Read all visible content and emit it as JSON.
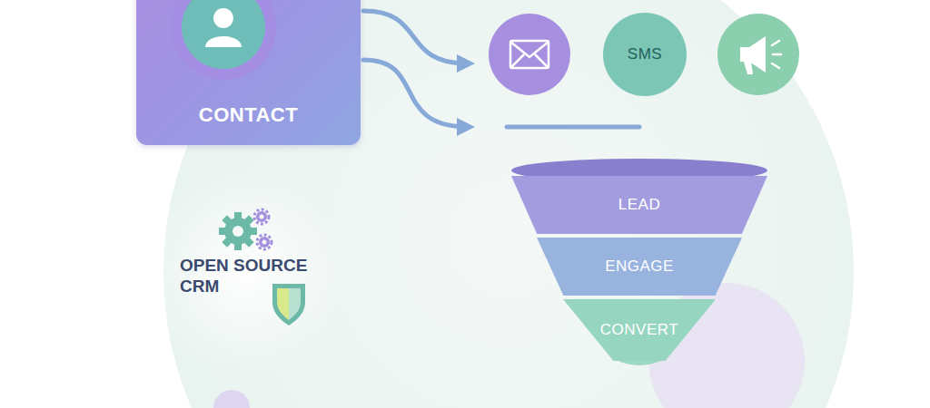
{
  "diagram": {
    "nodes": [
      {
        "text": [
          "CONTACT"
        ]
      },
      {
        "text": [
          "SMS"
        ]
      },
      {
        "text": [
          "LEAD"
        ]
      },
      {
        "text": [
          "ENGAGE"
        ]
      },
      {
        "text": [
          "CONVERT"
        ]
      }
    ],
    "labels": [
      "OPEN SOURCE CRM"
    ]
  }
}
